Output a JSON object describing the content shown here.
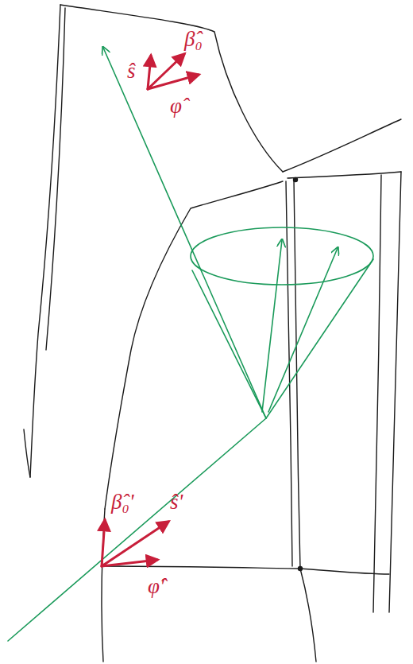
{
  "diagram": {
    "labels": [
      "ŝ",
      "β̂₀",
      "φ̂",
      "β̂₀'",
      "ŝ'",
      "φ̂'"
    ]
  }
}
